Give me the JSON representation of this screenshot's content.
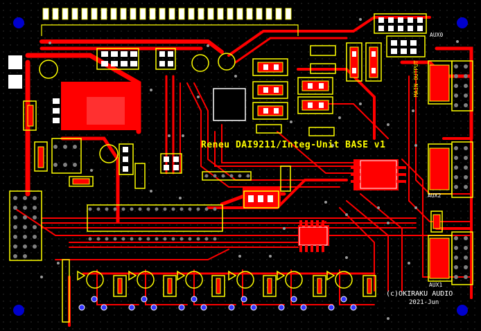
{
  "board": {
    "title": "Reneu DAI9211/Integ-Unit BASE v1",
    "copyright": "(c)OKIRAKU AUDIO",
    "date": "2021-Jun",
    "connector_labels": {
      "aux0": "AUX0",
      "aux1": "AUX1",
      "aux2": "AUX2",
      "main_output": "MAIN-OUTPUT"
    },
    "colors": {
      "background": "#000000",
      "copper": "#ff0000",
      "silkscreen": "#ffff00",
      "pad": "#ffffff",
      "via": "#808080",
      "mount_hole": "#0000ff"
    }
  }
}
